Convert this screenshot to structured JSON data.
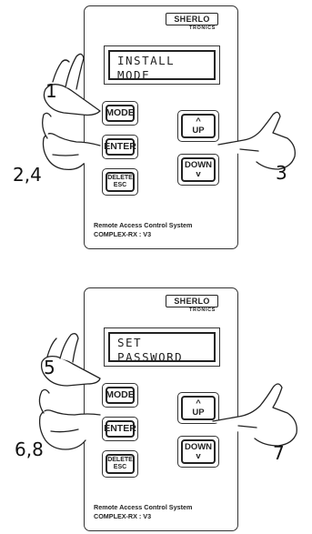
{
  "panels": [
    {
      "logo": {
        "brand": "SHERLO",
        "sub": "TRONICS"
      },
      "display": {
        "line1": "INSTALL",
        "line2": "MODE"
      },
      "buttons": {
        "mode": "MODE",
        "enter": "ENTER",
        "delete": "DELETE",
        "esc": "ESC",
        "up_arrow": "^",
        "up": "UP",
        "down": "DOWN",
        "down_arrow": "v"
      },
      "caption": {
        "line1": "Remote Access Control System",
        "line2": "COMPLEX-RX : V3"
      },
      "steps": {
        "mode": "1",
        "enter": "2,4",
        "down": "3"
      }
    },
    {
      "logo": {
        "brand": "SHERLO",
        "sub": "TRONICS"
      },
      "display": {
        "line1": "SET",
        "line2": "PASSWORD"
      },
      "buttons": {
        "mode": "MODE",
        "enter": "ENTER",
        "delete": "DELETE",
        "esc": "ESC",
        "up_arrow": "^",
        "up": "UP",
        "down": "DOWN",
        "down_arrow": "v"
      },
      "caption": {
        "line1": "Remote Access Control System",
        "line2": "COMPLEX-RX : V3"
      },
      "steps": {
        "mode": "5",
        "enter": "6,8",
        "down": "7"
      }
    }
  ]
}
